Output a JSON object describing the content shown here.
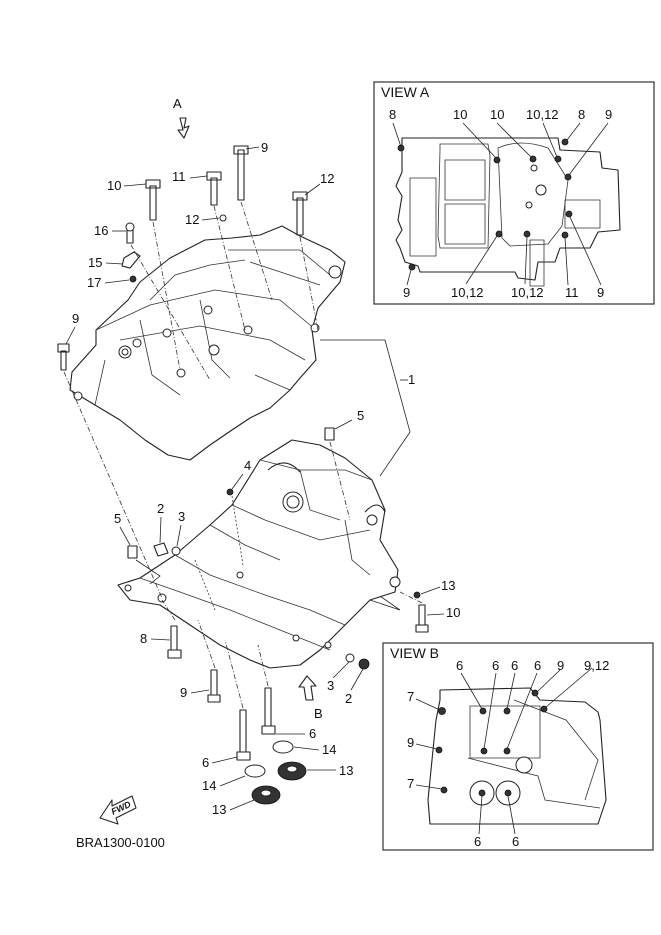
{
  "diagram": {
    "code": "BRA1300-0100",
    "fwd_label": "FWD",
    "arrow_a_label": "A",
    "arrow_b_label": "B",
    "callouts": [
      {
        "id": "c1",
        "text": "1",
        "part": "crankcase-assembly"
      },
      {
        "id": "c2a",
        "text": "2",
        "part": "plug"
      },
      {
        "id": "c2b",
        "text": "2",
        "part": "plug"
      },
      {
        "id": "c3a",
        "text": "3",
        "part": "o-ring"
      },
      {
        "id": "c3b",
        "text": "3",
        "part": "o-ring"
      },
      {
        "id": "c4",
        "text": "4",
        "part": "pin"
      },
      {
        "id": "c5a",
        "text": "5",
        "part": "dowel-pin"
      },
      {
        "id": "c5b",
        "text": "5",
        "part": "dowel-pin"
      },
      {
        "id": "c6a",
        "text": "6",
        "part": "bolt"
      },
      {
        "id": "c6b",
        "text": "6",
        "part": "bolt"
      },
      {
        "id": "c7",
        "text": "7",
        "part": "bolt"
      },
      {
        "id": "c8",
        "text": "8",
        "part": "bolt"
      },
      {
        "id": "c9a",
        "text": "9",
        "part": "bolt"
      },
      {
        "id": "c9b",
        "text": "9",
        "part": "bolt"
      },
      {
        "id": "c9c",
        "text": "9",
        "part": "bolt"
      },
      {
        "id": "c10a",
        "text": "10",
        "part": "bolt"
      },
      {
        "id": "c10b",
        "text": "10",
        "part": "bolt"
      },
      {
        "id": "c11",
        "text": "11",
        "part": "bolt"
      },
      {
        "id": "c12a",
        "text": "12",
        "part": "washer"
      },
      {
        "id": "c12b",
        "text": "12",
        "part": "washer"
      },
      {
        "id": "c13a",
        "text": "13",
        "part": "plug"
      },
      {
        "id": "c13b",
        "text": "13",
        "part": "plug"
      },
      {
        "id": "c14a",
        "text": "14",
        "part": "gasket"
      },
      {
        "id": "c14b",
        "text": "14",
        "part": "gasket"
      },
      {
        "id": "c15",
        "text": "15",
        "part": "holder"
      },
      {
        "id": "c16",
        "text": "16",
        "part": "bolt"
      },
      {
        "id": "c17",
        "text": "17",
        "part": "o-ring"
      }
    ]
  },
  "view_a": {
    "title": "VIEW A",
    "top_labels": [
      "8",
      "10",
      "10",
      "10,12",
      "8",
      "9"
    ],
    "bottom_labels": [
      "9",
      "10,12",
      "10,12",
      "11",
      "9"
    ]
  },
  "view_b": {
    "title": "VIEW B",
    "top_labels": [
      "6",
      "6",
      "6",
      "6",
      "9",
      "9,12"
    ],
    "left_labels": [
      "7",
      "9",
      "7"
    ],
    "bottom_labels": [
      "6",
      "6"
    ]
  }
}
